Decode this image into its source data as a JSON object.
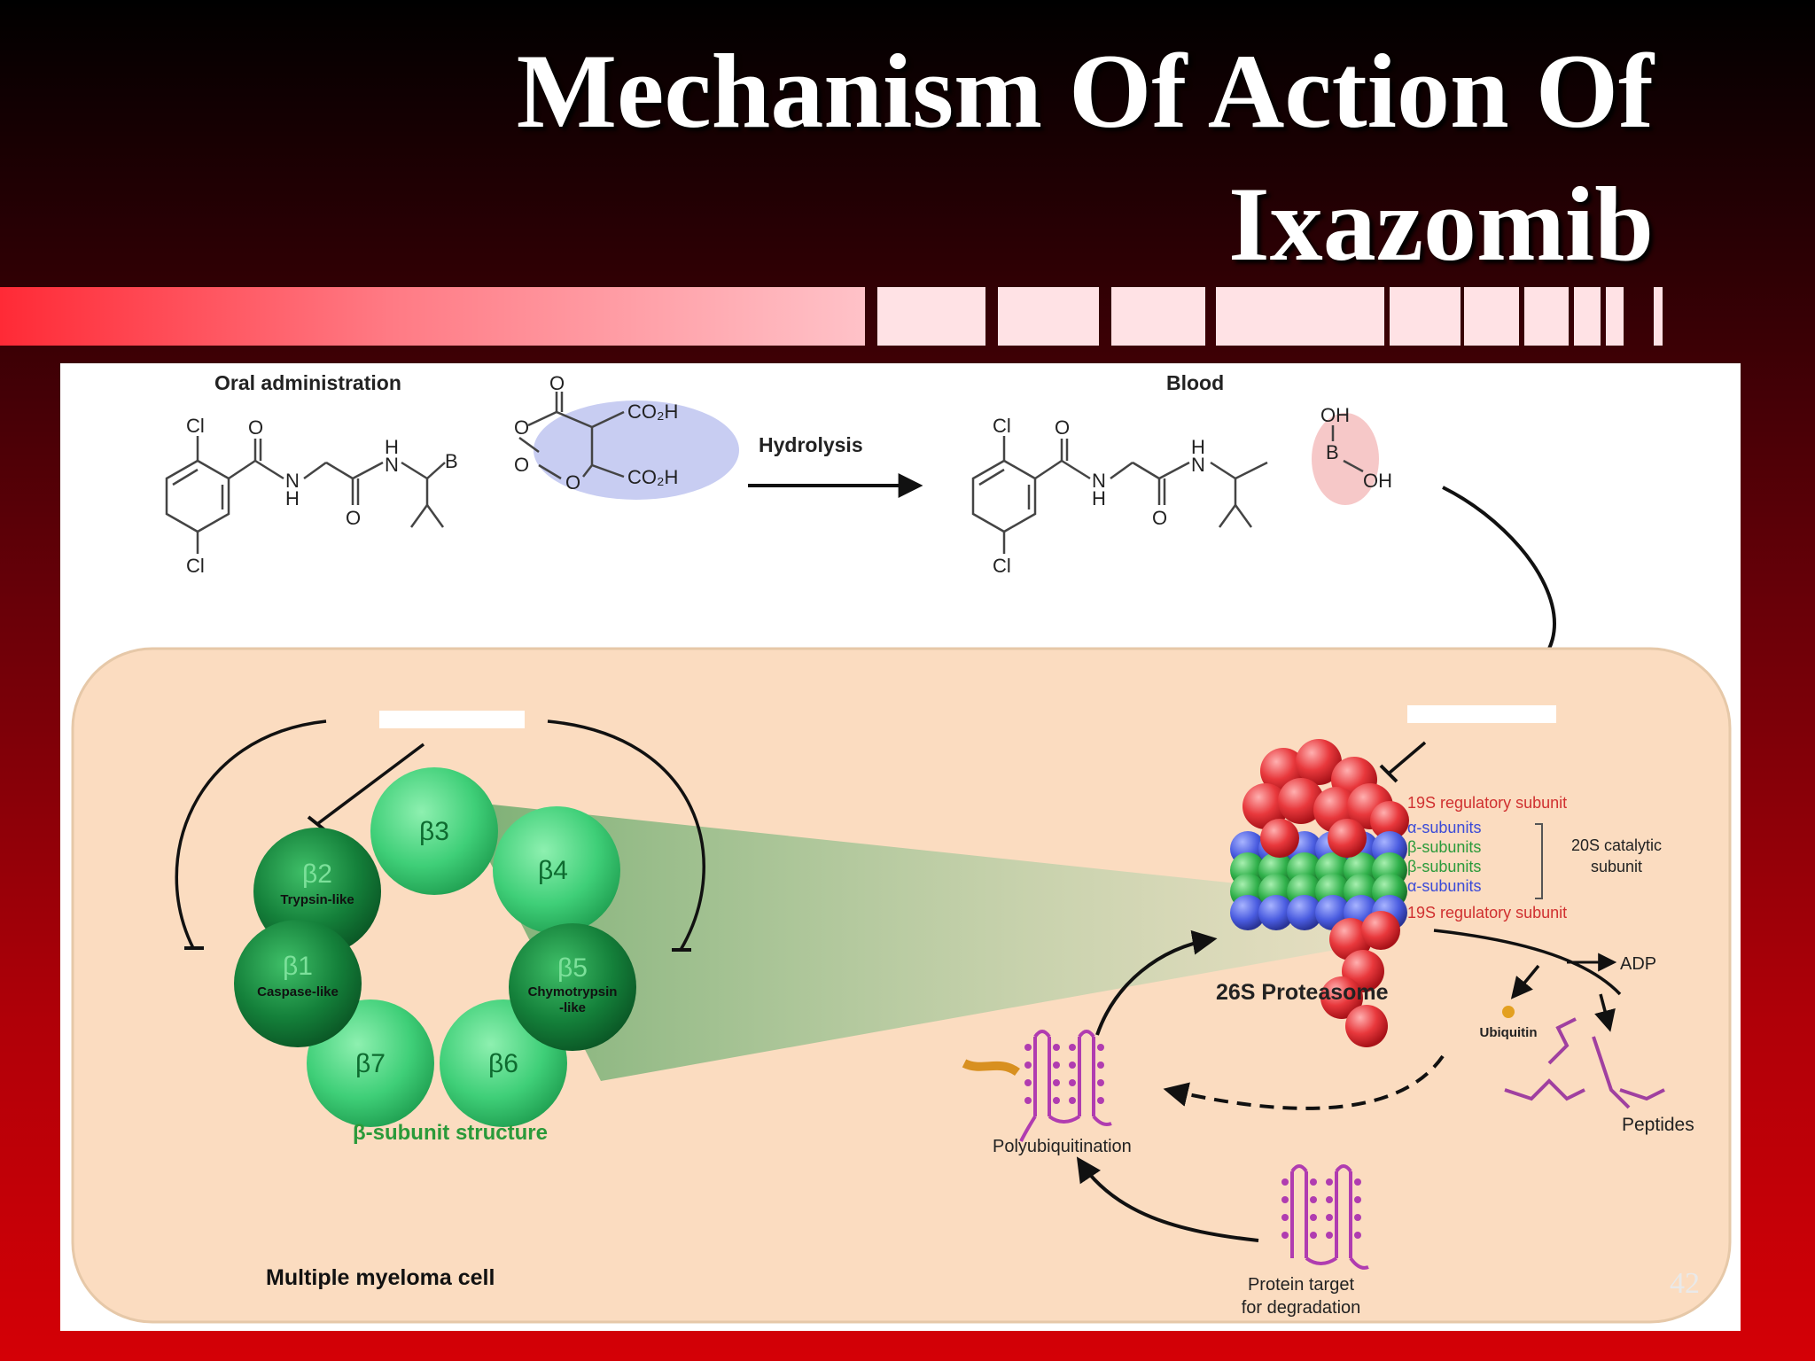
{
  "slide": {
    "title_line1": "Mechanism Of Action Of",
    "title_line2": "Ixazomib",
    "page_number": "42"
  },
  "diagram": {
    "oral_administration": "Oral administration",
    "blood": "Blood",
    "hydrolysis": "Hydrolysis",
    "chem": {
      "cl": "Cl",
      "o": "O",
      "n": "N",
      "h": "H",
      "b": "B",
      "co2h": "CO₂H",
      "oh": "OH"
    },
    "multiple_myeloma_cell": "Multiple myeloma cell",
    "beta_subunit_structure": "β-subunit structure",
    "beta_units": {
      "b1": "β1",
      "b1_sub": "Caspase-like",
      "b2": "β2",
      "b2_sub": "Trypsin-like",
      "b3": "β3",
      "b4": "β4",
      "b5": "β5",
      "b5_sub1": "Chymotrypsin",
      "b5_sub2": "-like",
      "b6": "β6",
      "b7": "β7"
    },
    "proteasome": {
      "label": "26S Proteasome",
      "reg_top": "19S regulatory subunit",
      "alpha1": "α-subunits",
      "beta1": "β-subunits",
      "beta2": "β-subunits",
      "alpha2": "α-subunits",
      "reg_bottom": "19S regulatory subunit",
      "catalytic_line1": "20S catalytic",
      "catalytic_line2": "subunit"
    },
    "adp": "ADP",
    "ubiquitin": "Ubiquitin",
    "peptides": "Peptides",
    "polyubiquitination": "Polyubiquitination",
    "protein_target_line1": "Protein target",
    "protein_target_line2": "for degradation",
    "colors": {
      "cell_fill": "#fbdcc0",
      "beta_light": "#3fcf78",
      "beta_dark": "#14803a",
      "proteasome_red": "#e8383c",
      "alpha_blue": "#4a5ce0",
      "beta_green": "#2fb04a",
      "reg_text": "#d03030",
      "alpha_text": "#3a4ad8",
      "beta_text": "#2a9a3a",
      "protein_purple": "#b03cb0"
    }
  }
}
